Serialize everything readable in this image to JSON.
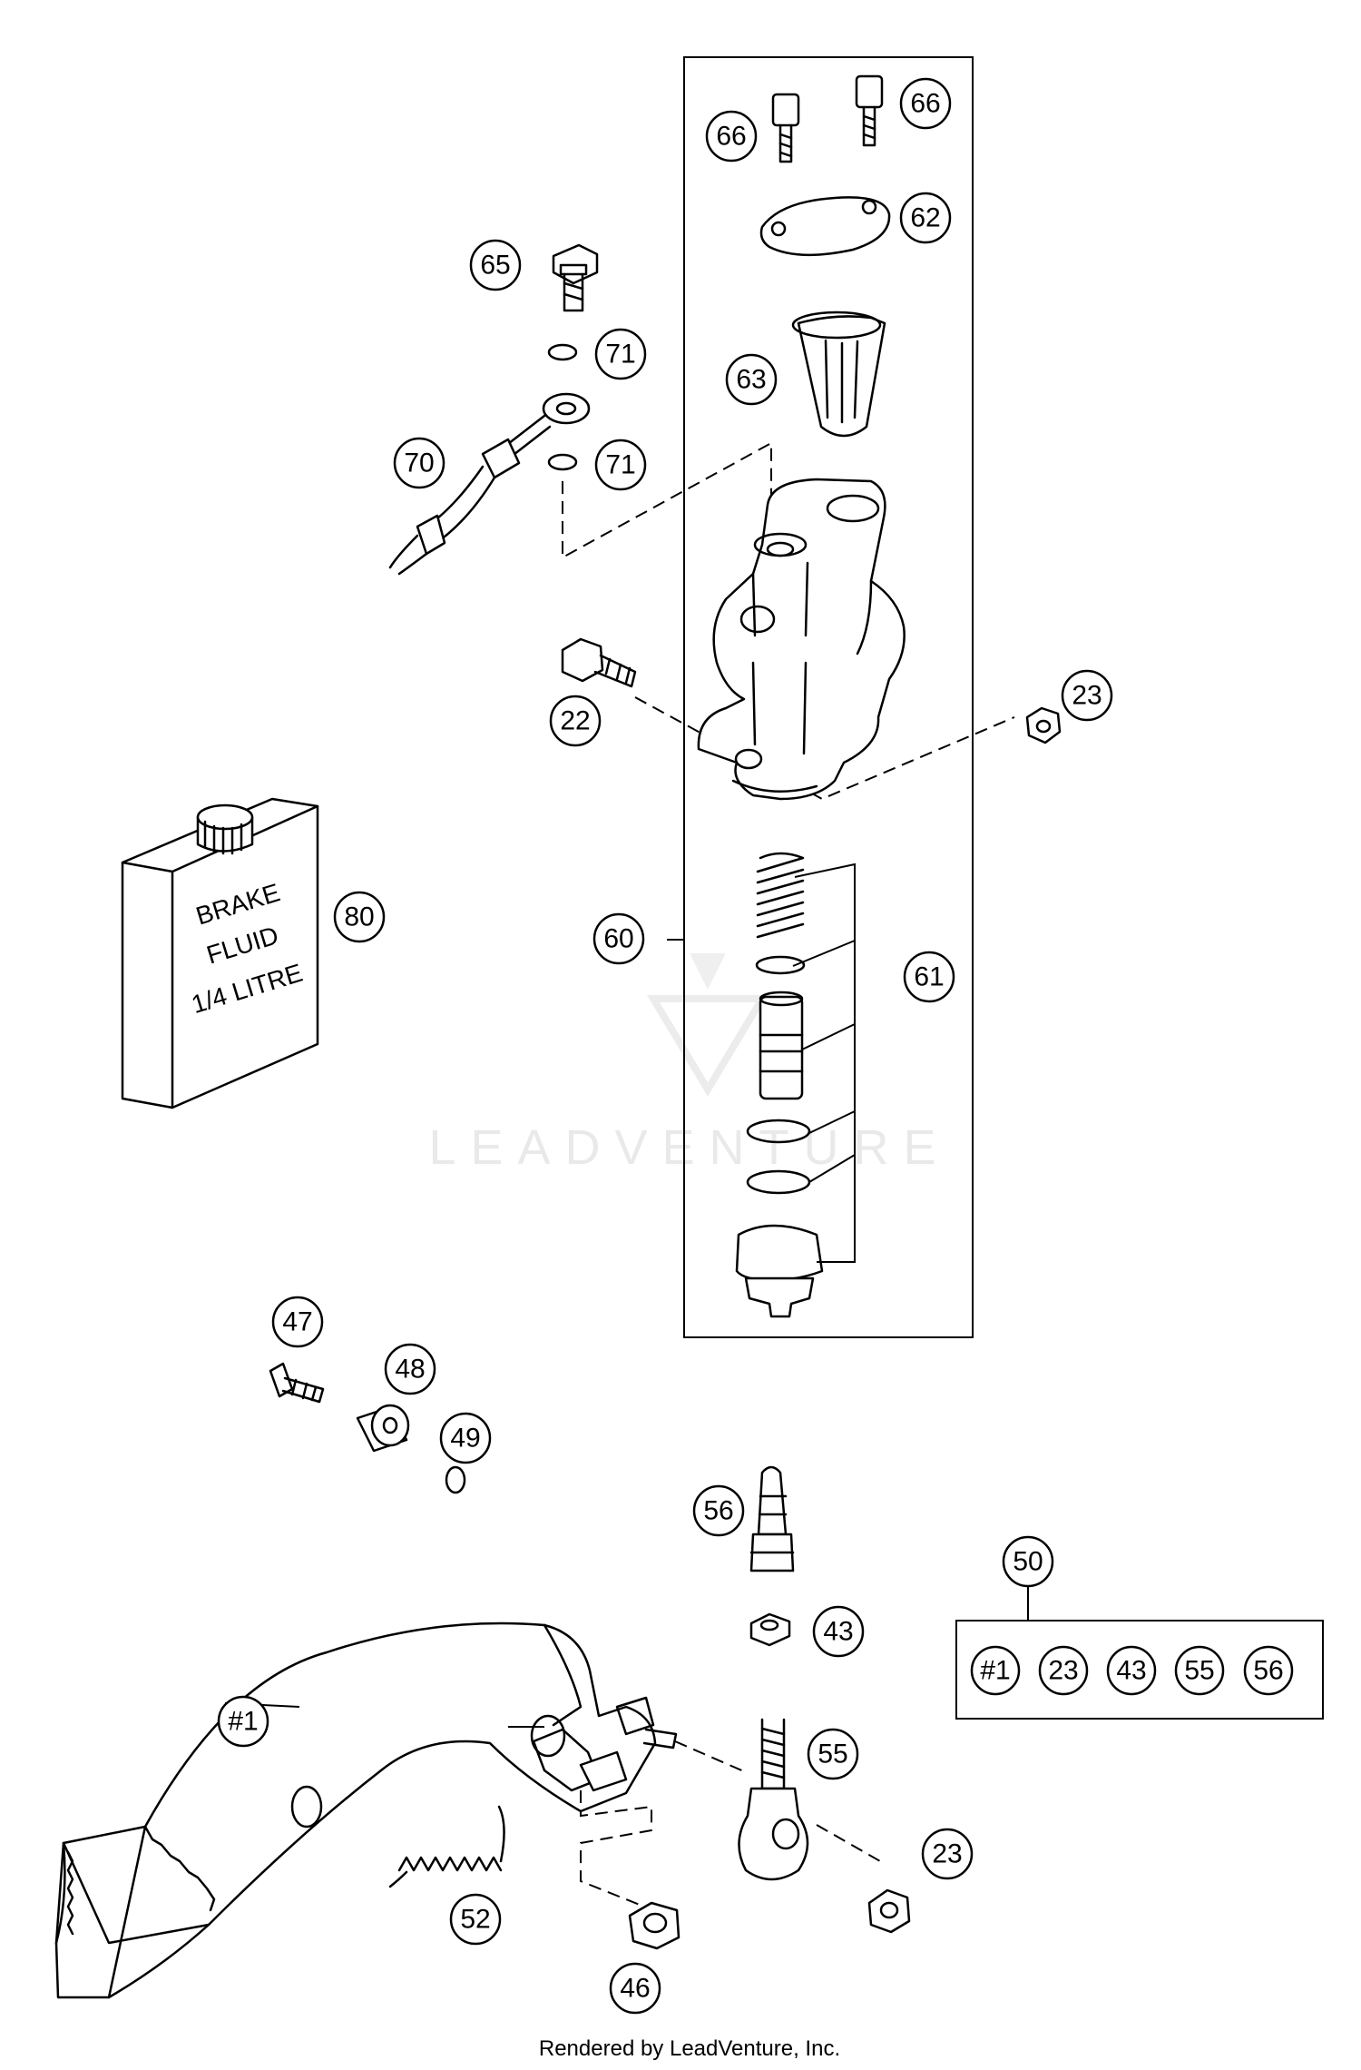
{
  "callouts": [
    "66",
    "66",
    "62",
    "65",
    "71",
    "63",
    "70",
    "71",
    "22",
    "23",
    "80",
    "60",
    "61",
    "47",
    "48",
    "49",
    "56",
    "50",
    "43",
    "#1",
    "55",
    "23",
    "52",
    "46"
  ],
  "kit": {
    "label": "50",
    "contents": [
      "#1",
      "23",
      "43",
      "55",
      "56"
    ]
  },
  "bottle": {
    "lines": [
      "BRAKE",
      "FLUID",
      "1/4 LITRE"
    ]
  },
  "watermark": "LEADVENTURE",
  "footer": "Rendered by LeadVenture, Inc."
}
